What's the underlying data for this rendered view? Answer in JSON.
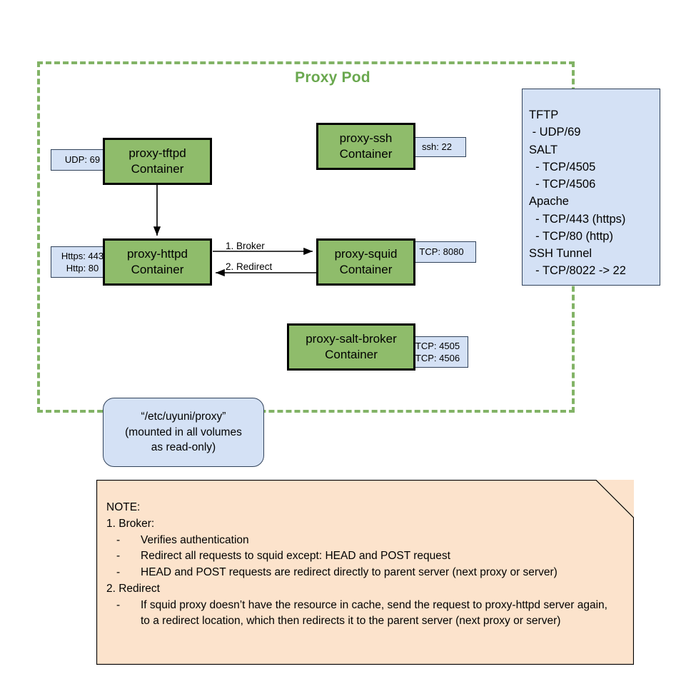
{
  "pod": {
    "title": "Proxy Pod"
  },
  "containers": [
    {
      "id": "tftpd",
      "name": "proxy-tftpd",
      "sub": "Container"
    },
    {
      "id": "ssh",
      "name": "proxy-ssh",
      "sub": "Container"
    },
    {
      "id": "httpd",
      "name": "proxy-httpd",
      "sub": "Container"
    },
    {
      "id": "squid",
      "name": "proxy-squid",
      "sub": "Container"
    },
    {
      "id": "saltbroker",
      "name": "proxy-salt-broker",
      "sub": "Container"
    }
  ],
  "port_tags": {
    "tftpd": {
      "line1": "UDP: 69"
    },
    "ssh": {
      "line1": "ssh: 22"
    },
    "httpd": {
      "line1": "Https: 443",
      "line2": "Http: 80"
    },
    "squid": {
      "line1": "TCP: 8080"
    },
    "saltbroker": {
      "line1": "TCP: 4505",
      "line2": "TCP: 4506"
    }
  },
  "edges": {
    "broker_label": "1. Broker",
    "redirect_label": "2. Redirect"
  },
  "legend": {
    "lines": [
      "TFTP",
      " - UDP/69",
      "SALT",
      "  - TCP/4505",
      "  - TCP/4506",
      "Apache",
      "  - TCP/443 (https)",
      "  - TCP/80 (http)",
      "SSH Tunnel",
      "  - TCP/8022 -> 22"
    ]
  },
  "volume": {
    "line1": "“/etc/uyuni/proxy”",
    "line2": "(mounted in all volumes",
    "line3": "as read-only)"
  },
  "note": {
    "heading": "NOTE:",
    "item1_title": "1. Broker:",
    "item1_bullets": [
      "Verifies authentication",
      "Redirect all requests to squid except: HEAD and POST request",
      "HEAD and POST requests are redirect directly to parent server (next proxy or server)"
    ],
    "item2_title": "2. Redirect",
    "item2_bullets": [
      "If squid proxy doesn’t have the resource in cache, send the request to proxy-httpd server again, to a redirect location, which then redirects it to the parent server (next proxy or server)"
    ],
    "dash": "-"
  },
  "colors": {
    "container_green": "#8fbc6b",
    "pod_dashed": "#82b366",
    "pod_title": "#6aa84f",
    "port_tag_blue": "#d4e1f5",
    "note_peach": "#fce3cc",
    "stroke": "#000000"
  }
}
